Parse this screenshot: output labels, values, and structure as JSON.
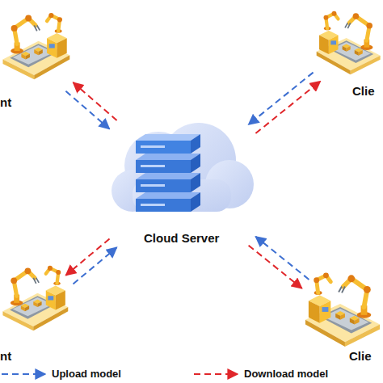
{
  "diagram": {
    "nodes": [
      {
        "text": [
          "nt"
        ]
      },
      {
        "text": [
          "Clie"
        ]
      },
      {
        "text": [
          "Cloud Server"
        ]
      },
      {
        "text": [
          "nt"
        ]
      },
      {
        "text": [
          "Clie"
        ]
      }
    ],
    "edges": [
      {
        "from": 0,
        "to": 2,
        "arrow": "to"
      },
      {
        "from": 2,
        "to": 0,
        "arrow": "to"
      },
      {
        "from": 1,
        "to": 2,
        "arrow": "to"
      },
      {
        "from": 2,
        "to": 1,
        "arrow": "to"
      },
      {
        "from": 3,
        "to": 2,
        "arrow": "to"
      },
      {
        "from": 2,
        "to": 3,
        "arrow": "to"
      },
      {
        "from": 4,
        "to": 2,
        "arrow": "to"
      },
      {
        "from": 2,
        "to": 4,
        "arrow": "to"
      }
    ],
    "legend": [
      {
        "text": "Upload model"
      },
      {
        "text": "Download model"
      }
    ]
  }
}
